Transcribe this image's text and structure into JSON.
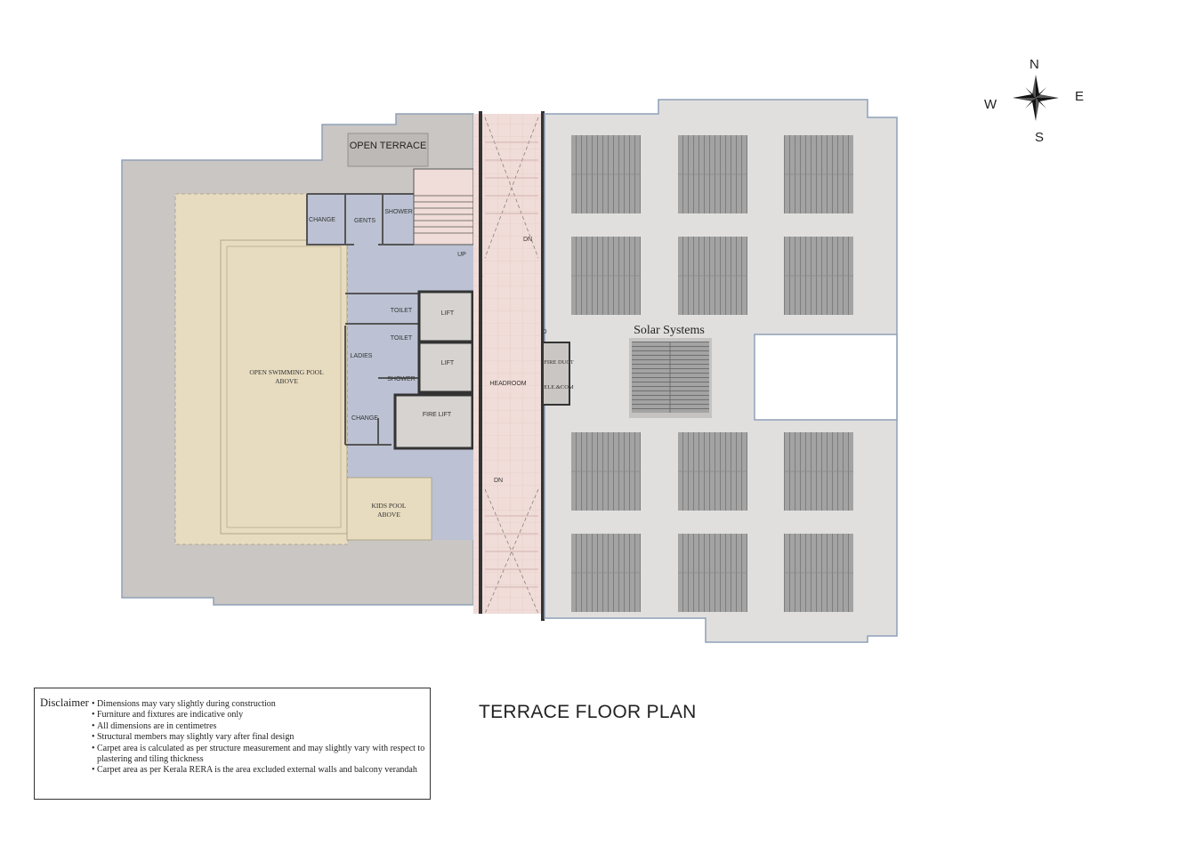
{
  "plan": {
    "title": "TERRACE FLOOR PLAN",
    "compass": {
      "n": "N",
      "s": "S",
      "e": "E",
      "w": "W"
    },
    "rooms": {
      "open_terrace": "OPEN TERRACE",
      "change_top": "CHANGE",
      "gents": "GENTS",
      "shower_top": "SHOWER",
      "up": "UP",
      "dn_top": "DN",
      "door_d1": "D",
      "door_d2": "D",
      "toilet1": "TOILET",
      "toilet2": "TOILET",
      "ladies": "LADIES",
      "shower_ladies": "SHOWER",
      "change_bottom": "CHANGE",
      "lift1": "LIFT",
      "lift2": "LIFT",
      "fire_lift": "FIRE LIFT",
      "headroom": "HEADROOM",
      "fire_duct": "FIRE DUCT",
      "ele_com": "ELE.&COM",
      "dn_bottom": "DN",
      "pool_line1": "OPEN SWIMMING POOL",
      "pool_line2": "ABOVE",
      "kids_line1": "KIDS POOL",
      "kids_line2": "ABOVE",
      "solar": "Solar Systems"
    },
    "colors": {
      "terrace": "#c9c6c3",
      "pool": "#e8dcc0",
      "blue": "#bcc2d3",
      "core": "#f0dcd8",
      "right": "#e0dfde",
      "panel": "#9a9a9a"
    }
  },
  "disclaimer": {
    "heading": "Disclaimer",
    "items": [
      "Dimensions may vary slightly during construction",
      "Furniture and fixtures are indicative only",
      "All dimensions are in centimetres",
      "Structural members may slightly vary after final design",
      "Carpet area is calculated as per structure measurement and may slightly vary with respect to plastering and tiling thickness",
      "Carpet area as per Kerala RERA is the area excluded external walls and balcony verandah"
    ]
  }
}
